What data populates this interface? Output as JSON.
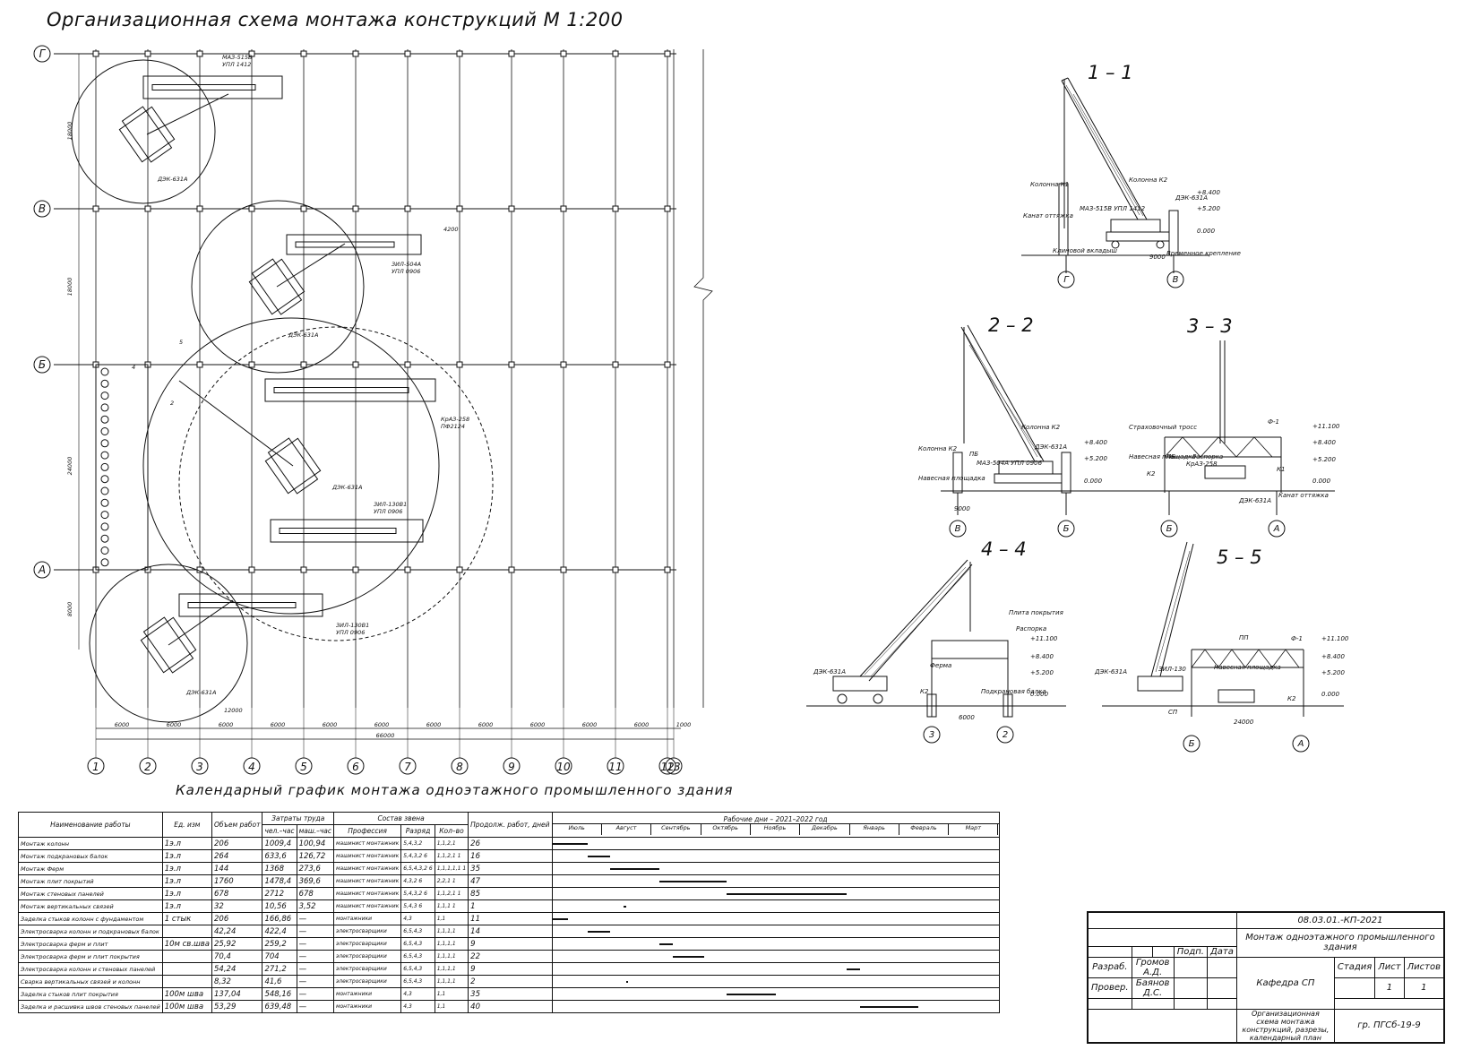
{
  "plan": {
    "title": "Организационная схема монтажа конструкций  М 1:200",
    "axes_numbers": [
      "1",
      "2",
      "3",
      "4",
      "5",
      "6",
      "7",
      "8",
      "9",
      "10",
      "11",
      "12",
      "13"
    ],
    "axes_letters": [
      "Г",
      "В",
      "Б",
      "А"
    ],
    "spans_bottom": [
      "6000",
      "6000",
      "6000",
      "6000",
      "6000",
      "6000",
      "6000",
      "6000",
      "6000",
      "6000",
      "6000",
      "1000"
    ],
    "total_length": "66000",
    "left_dims": [
      "18000",
      "18000",
      "24000",
      "8000"
    ],
    "cranes": [
      "ДЭК-631А",
      "ДЭК-631А",
      "ДЭК-631А",
      "ДЭК-631А"
    ],
    "vehicles": [
      "МАЗ-515В\nУПЛ 1412",
      "ЗИЛ-504А\nУПЛ 0906",
      "КрАЗ-258\nПФ2124",
      "ЗИЛ-130В1\nУПЛ 0906",
      "ЗИЛ-130В1\nУПЛ 0906"
    ],
    "misc_dims": [
      "12000",
      "4200",
      "5",
      "2",
      "4"
    ]
  },
  "sections": {
    "s11": {
      "title": "1 – 1",
      "labels": [
        "Колонна К1",
        "Колонна К2",
        "ДЭК-631А",
        "МАЗ-515В УПЛ 1412",
        "Канат оттяжка",
        "Клиновой вкладыш",
        "Временное крепление",
        "9000",
        "+8.400",
        "+5.200",
        "0.000"
      ],
      "axes": [
        "Г",
        "В"
      ]
    },
    "s22": {
      "title": "2 – 2",
      "labels": [
        "Колонна К2",
        "Колонна К2",
        "ДЭК-631А",
        "ПБ",
        "МАЗ-504А УПЛ 0906",
        "Навесная площадка",
        "9000",
        "+8.400",
        "+5.200",
        "0.000"
      ],
      "axes": [
        "В",
        "Б"
      ]
    },
    "s33": {
      "title": "3 – 3",
      "labels": [
        "Страховочный тросс",
        "Ф-1",
        "Навесная площадка",
        "Распорка",
        "ПБ",
        "К2",
        "К1",
        "КрАЗ-258",
        "ДЭК-631А",
        "Канат оттяжка",
        "+11.100",
        "+8.400",
        "+5.200",
        "0.000"
      ],
      "axes": [
        "Б",
        "А"
      ]
    },
    "s44": {
      "title": "4 – 4",
      "labels": [
        "Плита покрытия",
        "Распорка",
        "Ферма",
        "Подкрановая балка",
        "ДЭК-631А",
        "К2",
        "6000",
        "+11.100",
        "+8.400",
        "+5.200",
        "0.000"
      ],
      "axes": [
        "3",
        "2"
      ]
    },
    "s55": {
      "title": "5 – 5",
      "labels": [
        "ПП",
        "Ф-1",
        "Навесная площадка",
        "ЗИЛ-130",
        "ДЭК-631А",
        "СП",
        "К2",
        "24000",
        "+11.100",
        "+8.400",
        "+5.200",
        "0.000"
      ],
      "axes": [
        "Б",
        "А"
      ]
    }
  },
  "schedule": {
    "title": "Календарный график монтажа одноэтажного промышленного здания",
    "headers": {
      "name": "Наименование работы",
      "unit": "Ед. изм",
      "volume": "Объем работ",
      "labor": "Затраты труда",
      "labor_sub": [
        "чел.–час",
        "маш.–час"
      ],
      "crew": "Состав звена",
      "crew_sub": [
        "Профессия",
        "Разряд",
        "Кол–во"
      ],
      "duration": "Продолж. работ, дней",
      "calendar": "Рабочие дни – 2021–2022 год",
      "months": [
        "Июль",
        "Август",
        "Сентябрь",
        "Октябрь",
        "Ноябрь",
        "Декабрь",
        "Январь",
        "Февраль",
        "Март"
      ]
    },
    "rows": [
      {
        "name": "Монтаж колонн",
        "unit": "1э.л",
        "volume": "206",
        "man": "1009,4",
        "mach": "100,94",
        "prof": "машинист монтажник",
        "grade": "5,4,3,2",
        "qty": "1,1,2,1",
        "days": "26"
      },
      {
        "name": "Монтаж подкрановых балок",
        "unit": "1э.л",
        "volume": "264",
        "man": "633,6",
        "mach": "126,72",
        "prof": "машинист монтажник",
        "grade": "5,4,3,2 6",
        "qty": "1,1,2,1 1",
        "days": "16"
      },
      {
        "name": "Монтаж Ферм",
        "unit": "1э.л",
        "volume": "144",
        "man": "1368",
        "mach": "273,6",
        "prof": "машинист монтажник",
        "grade": "6,5,4,3,2 6",
        "qty": "1,1,1,1,1 1",
        "days": "35"
      },
      {
        "name": "Монтаж плит покрытий",
        "unit": "1э.л",
        "volume": "1760",
        "man": "1478,4",
        "mach": "369,6",
        "prof": "машинист монтажник",
        "grade": "4,3,2 6",
        "qty": "2,2,1 1",
        "days": "47"
      },
      {
        "name": "Монтаж стеновых панелей",
        "unit": "1э.л",
        "volume": "678",
        "man": "2712",
        "mach": "678",
        "prof": "машинист монтажник",
        "grade": "5,4,3,2 6",
        "qty": "1,1,2,1 1",
        "days": "85"
      },
      {
        "name": "Монтаж вертикальных связей",
        "unit": "1э.л",
        "volume": "32",
        "man": "10,56",
        "mach": "3,52",
        "prof": "машинист монтажник",
        "grade": "5,4,3 6",
        "qty": "1,1,1 1",
        "days": "1"
      },
      {
        "name": "Заделка стыков колонн с фундаментом",
        "unit": "1 стык",
        "volume": "206",
        "man": "166,86",
        "mach": "—",
        "prof": "монтажники",
        "grade": "4,3",
        "qty": "1,1",
        "days": "11"
      },
      {
        "name": "Электросварка колонн и подкрановых балок",
        "unit": "",
        "volume": "42,24",
        "man": "422,4",
        "mach": "—",
        "prof": "электросварщики",
        "grade": "6,5,4,3",
        "qty": "1,1,1,1",
        "days": "14"
      },
      {
        "name": "Электросварка ферм и плит",
        "unit": "10м св.шва",
        "volume": "25,92",
        "man": "259,2",
        "mach": "—",
        "prof": "электросварщики",
        "grade": "6,5,4,3",
        "qty": "1,1,1,1",
        "days": "9"
      },
      {
        "name": "Электросварка ферм и плит покрытия",
        "unit": "",
        "volume": "70,4",
        "man": "704",
        "mach": "—",
        "prof": "электросварщики",
        "grade": "6,5,4,3",
        "qty": "1,1,1,1",
        "days": "22"
      },
      {
        "name": "Электросварка колонн и стеновых панелей",
        "unit": "",
        "volume": "54,24",
        "man": "271,2",
        "mach": "—",
        "prof": "электросварщики",
        "grade": "6,5,4,3",
        "qty": "1,1,1,1",
        "days": "9"
      },
      {
        "name": "Сварка вертикальных связей и колонн",
        "unit": "",
        "volume": "8,32",
        "man": "41,6",
        "mach": "—",
        "prof": "электросварщики",
        "grade": "6,5,4,3",
        "qty": "1,1,1,1",
        "days": "2"
      },
      {
        "name": "Заделка стыков плит покрытия",
        "unit": "100м шва",
        "volume": "137,04",
        "man": "548,16",
        "mach": "—",
        "prof": "монтажники",
        "grade": "4,3",
        "qty": "1,1",
        "days": "35"
      },
      {
        "name": "Заделка и расшивка швов стеновых панелей",
        "unit": "100м шва",
        "volume": "53,29",
        "man": "639,48",
        "mach": "—",
        "prof": "монтажники",
        "grade": "4,3",
        "qty": "1,1",
        "days": "40"
      }
    ],
    "bars": [
      [
        0.0,
        0.08
      ],
      [
        0.08,
        0.13
      ],
      [
        0.13,
        0.24
      ],
      [
        0.24,
        0.39
      ],
      [
        0.39,
        0.66
      ],
      [
        0.16,
        0.165
      ],
      [
        0.0,
        0.035
      ],
      [
        0.08,
        0.13
      ],
      [
        0.24,
        0.27
      ],
      [
        0.27,
        0.34
      ],
      [
        0.66,
        0.69
      ],
      [
        0.165,
        0.17
      ],
      [
        0.39,
        0.5
      ],
      [
        0.69,
        0.82
      ]
    ]
  },
  "stamp": {
    "code": "08.03.01.-КП-2021",
    "project": "Монтаж одноэтажного промышленного здания",
    "dept": "Кафедра СП",
    "sheet_title": "Организационная схема монтажа конструкций, разрезы, календарный план",
    "group": "гр. ПГСб-19-9",
    "roles": [
      "Разраб.",
      "Провер."
    ],
    "names": [
      "Громов А.Д.",
      "Баянов Д.С."
    ],
    "headers": [
      "Подп.",
      "Дата",
      "Стадия",
      "Лист",
      "Листов"
    ],
    "sheet": "1",
    "sheets": "1"
  }
}
